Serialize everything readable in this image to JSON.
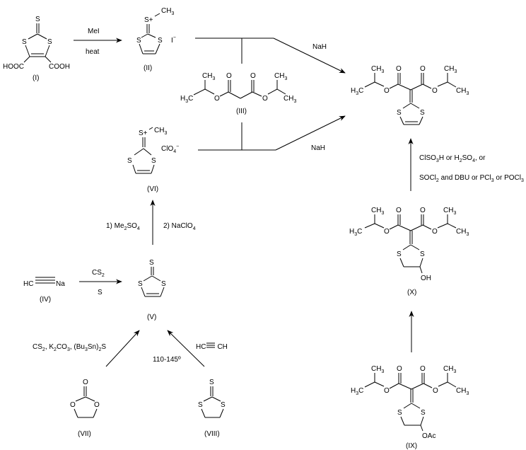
{
  "title": "Synthesis scheme of diisopropyl 1,3-dithiol-2-ylidenemalonate",
  "colors": {
    "ink": "#000000",
    "background": "#ffffff"
  },
  "compounds": {
    "I": {
      "label": "(I)",
      "atoms": {
        "s_top": "S",
        "s_left": "S",
        "s_right": "S",
        "left_group": "HOOC",
        "right_group": "COOH"
      }
    },
    "II": {
      "label": "(II)",
      "atoms": {
        "s_plus": "S+",
        "methyl": "CH",
        "methyl_sub": "3",
        "s_left": "S",
        "s_right": "S",
        "counterion": "I",
        "counterion_charge": "−"
      }
    },
    "III": {
      "label": "(III)",
      "atoms": {
        "o": "O",
        "ch3": "CH",
        "ch3_sub": "3",
        "h3c_h": "H",
        "h3c_sub": "3",
        "h3c_c": "C"
      }
    },
    "IV": {
      "label": "(IV)",
      "formula_left": "HC",
      "formula_right": "Na"
    },
    "V": {
      "label": "(V)",
      "atoms": {
        "s_top": "S",
        "s_left": "S",
        "s_right": "S"
      }
    },
    "VI": {
      "label": "(VI)",
      "atoms": {
        "s_plus": "S+",
        "methyl": "CH",
        "methyl_sub": "3",
        "s_left": "S",
        "s_right": "S",
        "counterion": "ClO",
        "counterion_sub": "4",
        "counterion_charge": "−"
      }
    },
    "VII": {
      "label": "(VII)",
      "atoms": {
        "o_top": "O",
        "o_left": "O",
        "o_right": "O"
      }
    },
    "VIII": {
      "label": "(VIII)",
      "atoms": {
        "s_top": "S",
        "s_left": "S",
        "s_right": "S"
      }
    },
    "IX": {
      "label": "(IX)",
      "substituent": "OAc"
    },
    "X": {
      "label": "(X)",
      "substituent": "OH"
    },
    "product": {
      "label": ""
    }
  },
  "reagents": {
    "I_to_II": {
      "above": "MeI",
      "below": "heat"
    },
    "II_III_to_product": {
      "label": "NaH"
    },
    "VI_III_to_product": {
      "label": "NaH"
    },
    "V_to_VI": {
      "left_pre": "1) Me",
      "left_sub": "2",
      "left_post": "SO",
      "left_sub2": "4",
      "right_pre": "2) NaClO",
      "right_sub": "4"
    },
    "IV_to_V": {
      "above_pre": "CS",
      "above_sub": "2",
      "below": "S"
    },
    "VII_to_V": {
      "parts": [
        "CS",
        "2",
        ", K",
        "2",
        "CO",
        "3",
        ", (Bu",
        "3",
        "Sn)",
        "2",
        "S"
      ]
    },
    "VIII_to_V": {
      "temp": "110-145º",
      "alkyne_left": "HC",
      "alkyne_right": "CH"
    },
    "X_to_product": {
      "line1": [
        "ClSO",
        "3",
        "H or H",
        "2",
        "SO",
        "4",
        ", or"
      ],
      "line2": [
        "SOCl",
        "2",
        " and DBU or PCl",
        "3",
        " or POCl",
        "3"
      ]
    }
  }
}
